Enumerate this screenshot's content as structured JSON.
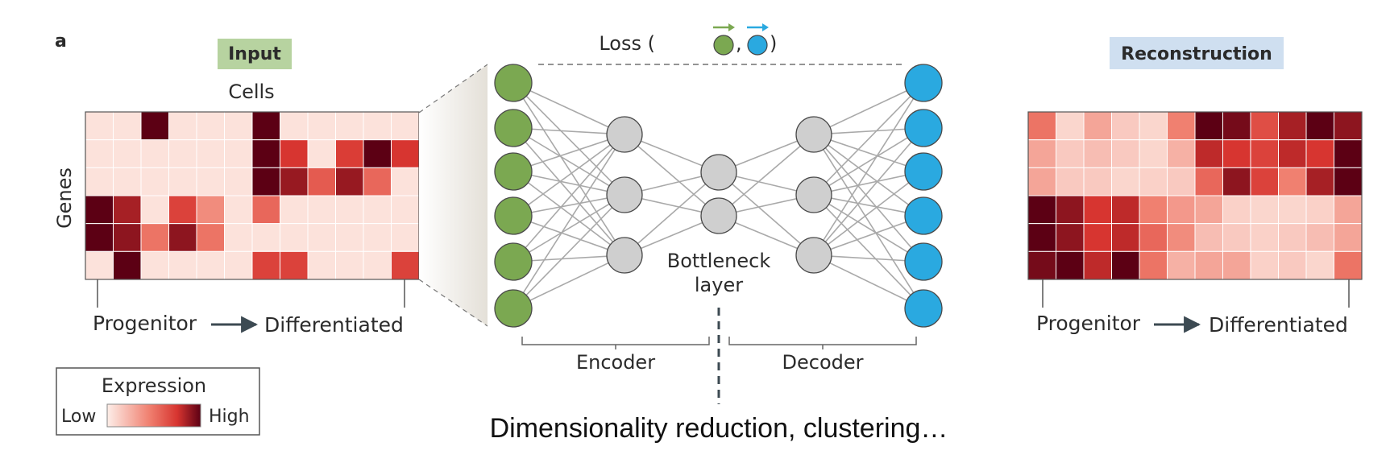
{
  "panel_label": "a",
  "input": {
    "title": "Input",
    "cols_label": "Cells",
    "rows_label": "Genes",
    "axis_start": "Progenitor",
    "axis_end": "Differentiated",
    "title_bg": "#b7d3a0",
    "levels": [
      [
        0.05,
        0.05,
        1.0,
        0.05,
        0.05,
        0.05,
        1.0,
        0.05,
        0.05,
        0.05,
        0.05,
        0.05
      ],
      [
        0.05,
        0.05,
        0.05,
        0.05,
        0.05,
        0.05,
        1.0,
        0.75,
        0.05,
        0.72,
        1.0,
        0.75
      ],
      [
        0.05,
        0.05,
        0.05,
        0.05,
        0.05,
        0.05,
        1.0,
        0.88,
        0.6,
        0.88,
        0.55,
        0.05
      ],
      [
        1.0,
        0.85,
        0.05,
        0.7,
        0.4,
        0.05,
        0.55,
        0.05,
        0.05,
        0.05,
        0.05,
        0.05
      ],
      [
        1.0,
        0.9,
        0.5,
        0.9,
        0.5,
        0.05,
        0.05,
        0.05,
        0.05,
        0.05,
        0.05,
        0.05
      ],
      [
        0.05,
        1.0,
        0.05,
        0.05,
        0.05,
        0.05,
        0.7,
        0.7,
        0.05,
        0.05,
        0.05,
        0.7
      ]
    ]
  },
  "reconstruction": {
    "title": "Reconstruction",
    "axis_start": "Progenitor",
    "axis_end": "Differentiated",
    "title_bg": "#cfdff0",
    "levels": [
      [
        0.5,
        0.1,
        0.3,
        0.15,
        0.1,
        0.45,
        1.0,
        0.95,
        0.65,
        0.85,
        1.0,
        0.9
      ],
      [
        0.3,
        0.15,
        0.2,
        0.15,
        0.1,
        0.25,
        0.8,
        0.75,
        0.7,
        0.8,
        0.75,
        1.0
      ],
      [
        0.3,
        0.15,
        0.15,
        0.1,
        0.12,
        0.15,
        0.55,
        0.9,
        0.7,
        0.45,
        0.85,
        1.0
      ],
      [
        1.0,
        0.9,
        0.75,
        0.8,
        0.45,
        0.35,
        0.3,
        0.12,
        0.1,
        0.1,
        0.12,
        0.3
      ],
      [
        1.0,
        0.9,
        0.75,
        0.8,
        0.55,
        0.4,
        0.2,
        0.15,
        0.12,
        0.15,
        0.2,
        0.3
      ],
      [
        0.95,
        1.0,
        0.8,
        1.0,
        0.5,
        0.25,
        0.3,
        0.3,
        0.12,
        0.15,
        0.1,
        0.5
      ]
    ]
  },
  "network": {
    "loss_label": "Loss (",
    "loss_comma": ",",
    "loss_close": ")",
    "bottleneck_line1": "Bottleneck",
    "bottleneck_line2": "layer",
    "encoder_label": "Encoder",
    "decoder_label": "Decoder",
    "input_color": "#7ba851",
    "output_color": "#2aa9e0",
    "hidden_color": "#cfcfcf",
    "layer_sizes": [
      6,
      3,
      2,
      3,
      6
    ]
  },
  "legend": {
    "title": "Expression",
    "low": "Low",
    "high": "High"
  },
  "footer": "Dimensionality reduction, clustering…"
}
